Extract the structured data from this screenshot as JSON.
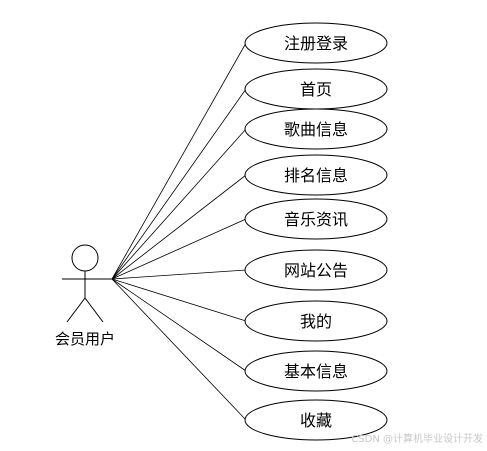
{
  "actor": {
    "label": "会员用户"
  },
  "use_cases": [
    {
      "label": "注册登录"
    },
    {
      "label": "首页"
    },
    {
      "label": "歌曲信息"
    },
    {
      "label": "排名信息"
    },
    {
      "label": "音乐资讯"
    },
    {
      "label": "网站公告"
    },
    {
      "label": "我的"
    },
    {
      "label": "基本信息"
    },
    {
      "label": "收藏"
    }
  ],
  "watermark": "CSDN @计算机毕业设计开发"
}
